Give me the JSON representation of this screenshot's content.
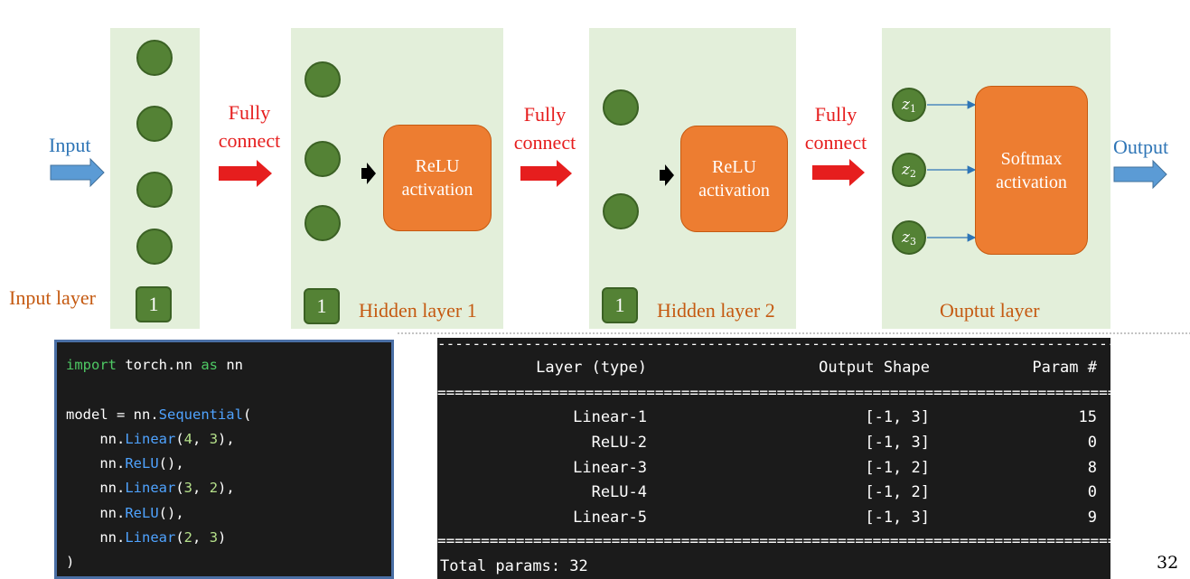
{
  "input_label": "Input",
  "output_label": "Output",
  "fully_connect": [
    "Fully",
    "connect"
  ],
  "layers": {
    "input": {
      "label": "Input layer",
      "bias": "1"
    },
    "hidden1": {
      "label": "Hidden layer 1",
      "bias": "1",
      "activation": [
        "ReLU",
        "activation"
      ]
    },
    "hidden2": {
      "label": "Hidden layer 2",
      "bias": "1",
      "activation": [
        "ReLU",
        "activation"
      ]
    },
    "output": {
      "label": "Ouptut layer",
      "activation": [
        "Softmax",
        "activation"
      ],
      "nodes": [
        {
          "base": "z",
          "sub": "1"
        },
        {
          "base": "z",
          "sub": "2"
        },
        {
          "base": "z",
          "sub": "3"
        }
      ]
    }
  },
  "code": [
    [
      "import",
      " torch.nn ",
      "as",
      " nn"
    ],
    [],
    [
      "model = nn.",
      "Sequential",
      "("
    ],
    [
      "    nn.",
      "Linear",
      "(",
      "4",
      ", ",
      "3",
      "),"
    ],
    [
      "    nn.",
      "ReLU",
      "(),"
    ],
    [
      "    nn.",
      "Linear",
      "(",
      "3",
      ", ",
      "2",
      "),"
    ],
    [
      "    nn.",
      "ReLU",
      "(),"
    ],
    [
      "    nn.",
      "Linear",
      "(",
      "2",
      ", ",
      "3",
      ")"
    ],
    [
      ")"
    ]
  ],
  "summary": {
    "headers": [
      "Layer (type)",
      "Output Shape",
      "Param #"
    ],
    "rows": [
      [
        "Linear-1",
        "[-1, 3]",
        "15"
      ],
      [
        "ReLU-2",
        "[-1, 3]",
        "0"
      ],
      [
        "Linear-3",
        "[-1, 2]",
        "8"
      ],
      [
        "ReLU-4",
        "[-1, 2]",
        "0"
      ],
      [
        "Linear-5",
        "[-1, 3]",
        "9"
      ]
    ],
    "total": "Total params: 32"
  },
  "page_number": "32",
  "colors": {
    "panel": "#e3efda",
    "node": "#548235",
    "activation": "#ed7d31",
    "arrow_red": "#e61e1e",
    "arrow_blue": "#5b9bd5"
  }
}
